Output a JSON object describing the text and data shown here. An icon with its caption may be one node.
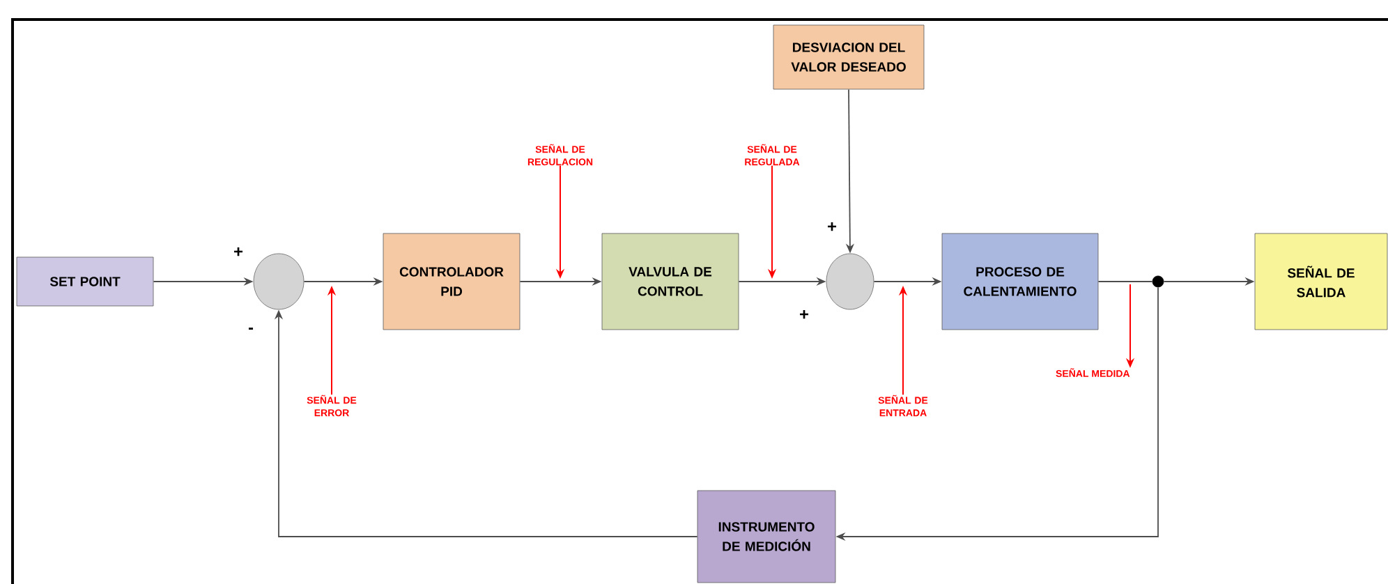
{
  "diagram": {
    "nodes": [
      {
        "text": [
          "SET POINT"
        ]
      },
      {
        "text": [],
        "shape": "circle"
      },
      {
        "text": [
          "CONTROLADOR PID"
        ]
      },
      {
        "text": [
          "VALVULA DE CONTROL"
        ]
      },
      {
        "text": [
          "DESVIACION DEL VALOR DESEADO"
        ]
      },
      {
        "text": [],
        "shape": "circle"
      },
      {
        "text": [
          "PROCESO DE CALENTAMIENTO"
        ]
      },
      {
        "text": [],
        "shape": "circle"
      },
      {
        "text": [
          "SEÑAL DE SALIDA"
        ]
      },
      {
        "text": [
          "INSTRUMENTO DE MEDICIÓN"
        ]
      },
      {
        "text": [
          "SEÑAL DE ERROR"
        ]
      },
      {
        "text": [
          "SEÑAL DE REGULACION"
        ]
      },
      {
        "text": [
          "SEÑAL DE REGULADA"
        ]
      },
      {
        "text": [
          "SEÑAL DE ENTRADA"
        ]
      },
      {
        "text": [
          "SEÑAL MEDIDA"
        ]
      }
    ],
    "edges": [
      {
        "from": 0,
        "to": 1,
        "arrow": "to"
      },
      {
        "from": 1,
        "to": 2,
        "arrow": "to"
      },
      {
        "from": 2,
        "to": 3,
        "arrow": "to"
      },
      {
        "from": 3,
        "to": 5,
        "arrow": "to"
      },
      {
        "from": 4,
        "to": 5,
        "arrow": "to"
      },
      {
        "from": 5,
        "to": 6,
        "arrow": "to"
      },
      {
        "from": 6,
        "to": 7,
        "arrow": "none"
      },
      {
        "from": 7,
        "to": 8,
        "arrow": "to"
      },
      {
        "from": 7,
        "to": 9,
        "arrow": "to"
      },
      {
        "from": 9,
        "to": 1,
        "arrow": "to"
      },
      {
        "from": 10,
        "to": null,
        "arrow": "to",
        "color": "#ff0000"
      },
      {
        "from": 11,
        "to": null,
        "arrow": "to",
        "color": "#ff0000"
      },
      {
        "from": 12,
        "to": null,
        "arrow": "to",
        "color": "#ff0000"
      },
      {
        "from": 13,
        "to": null,
        "arrow": "to",
        "color": "#ff0000"
      },
      {
        "from": null,
        "to": 14,
        "arrow": "to",
        "color": "#ff0000"
      }
    ],
    "labels": [
      "+",
      "-",
      "+",
      "+"
    ]
  }
}
